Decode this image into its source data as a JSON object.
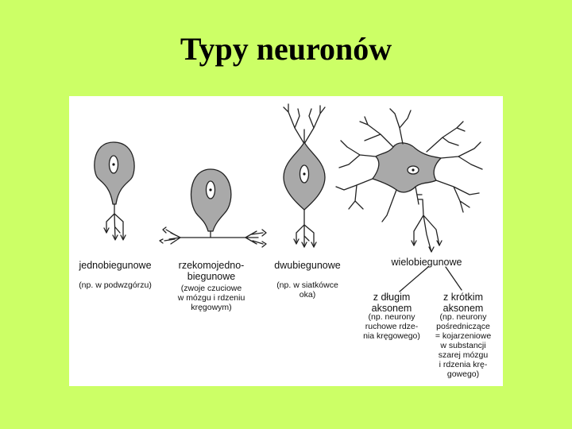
{
  "slide": {
    "title": "Typy neuronów"
  },
  "types": [
    {
      "label": "jednobiegunowe",
      "note": "(np. w podwzgórzu)"
    },
    {
      "label": "rzekomojedno-\nbiegunowe",
      "note": "(zwoje czuciowe\nw mózgu i rdzeniu\nkręgowym)"
    },
    {
      "label": "dwubiegunowe",
      "note": "(np. w siatkówce\noka)"
    },
    {
      "label": "wielobiegunowe",
      "note": ""
    }
  ],
  "subtypes": [
    {
      "label": "z długim\naksonem",
      "note": "(np. neurony\nruchowe rdze-\nnia kręgowego)"
    },
    {
      "label": "z krótkim\naksonem",
      "note": "(np. neurony\npośredniczące\n= kojarzeniowe\nw substancji\nszarej mózgu\ni rdzenia krę-\ngowego)"
    }
  ],
  "colors": {
    "background": "#ccff66",
    "panel": "#ffffff",
    "cell_fill": "#a9a9a9",
    "stroke": "#222222"
  }
}
